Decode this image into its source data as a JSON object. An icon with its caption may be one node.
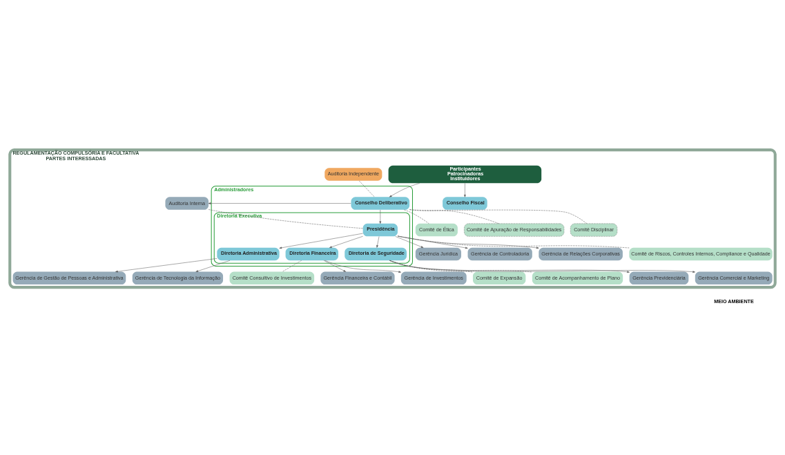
{
  "diagram": {
    "nodes": [
      {
        "text": [
          "REGULAMENTAÇÃO COMPULSÓRIA E FACULTATIVA",
          "PARTES INTERESSADAS"
        ]
      },
      {
        "text": [
          "Participantes",
          "Patrocinadoras",
          "Instituidores"
        ],
        "in": 0
      },
      {
        "text": [
          "Conselho Fiscal"
        ],
        "in": 0
      },
      {
        "text": [
          "Auditoria Independente"
        ],
        "in": 0
      },
      {
        "text": [
          "Administradores"
        ],
        "in": 0
      },
      {
        "text": [
          "Conselho Deliberativo"
        ],
        "in": 4
      },
      {
        "text": [
          "Diretoria Executiva"
        ],
        "in": 4
      },
      {
        "text": [
          "Presidência"
        ],
        "in": 6
      },
      {
        "text": [
          "Diretoria Administrativa"
        ],
        "in": 6
      },
      {
        "text": [
          "Diretoria Financeira"
        ],
        "in": 6
      },
      {
        "text": [
          "Diretoria de Seguridade"
        ],
        "in": 6
      },
      {
        "text": [
          "Auditoria Interna"
        ],
        "in": 0
      },
      {
        "text": [
          "Gerência Jurídica"
        ],
        "in": 0
      },
      {
        "text": [
          "Gerência de Controladoria"
        ],
        "in": 0
      },
      {
        "text": [
          "Gerência de Relações Corporativas"
        ],
        "in": 0
      },
      {
        "text": [
          "Comitê de Ética"
        ],
        "in": 0
      },
      {
        "text": [
          "Comitê de Apuração de Responsabilidades"
        ],
        "in": 0
      },
      {
        "text": [
          "Comitê Disciplinar"
        ],
        "in": 0
      },
      {
        "text": [
          "Comitê de Riscos, Controles Internos, Compliance e Qualidade"
        ],
        "in": 0
      },
      {
        "text": [
          "Comitê de Expansão"
        ],
        "in": 0
      },
      {
        "text": [
          "Comitê de Acompanhamento de Plano"
        ],
        "in": 0
      },
      {
        "text": [
          "Comitê Consultivo de Investimentos"
        ],
        "in": 0
      },
      {
        "text": [
          "Gerência de Gestão de Pessoas e Administrativa"
        ],
        "in": 0
      },
      {
        "text": [
          "Gerência de Tecnologia da Informação"
        ],
        "in": 0
      },
      {
        "text": [
          "Gerência Financeira e Contábil"
        ],
        "in": 0
      },
      {
        "text": [
          "Gerência de Investimentos"
        ],
        "in": 0
      },
      {
        "text": [
          "Gerência Previdenciária"
        ],
        "in": 0
      },
      {
        "text": [
          "Gerência Comercial e Marketing"
        ],
        "in": 0
      }
    ],
    "edges": [
      {
        "from": 1,
        "to": 2,
        "arrow": "to"
      },
      {
        "from": 1,
        "to": 5,
        "arrow": "to"
      },
      {
        "from": 5,
        "to": 11,
        "arrow": "to"
      },
      {
        "from": 3,
        "to": 5,
        "arrow": "none",
        "style": "dashed"
      },
      {
        "from": 11,
        "to": 7,
        "arrow": "none",
        "style": "dashed"
      },
      {
        "from": 5,
        "to": 7,
        "arrow": "to"
      },
      {
        "from": 7,
        "to": 12,
        "arrow": "to"
      },
      {
        "from": 7,
        "to": 13,
        "arrow": "to"
      },
      {
        "from": 7,
        "to": 14,
        "arrow": "to"
      },
      {
        "from": 7,
        "to": 8,
        "arrow": "to"
      },
      {
        "from": 7,
        "to": 9,
        "arrow": "to"
      },
      {
        "from": 7,
        "to": 10,
        "arrow": "to"
      },
      {
        "from": 5,
        "to": 15,
        "arrow": "none",
        "style": "dashed"
      },
      {
        "from": 5,
        "to": 16,
        "arrow": "none",
        "style": "dashed"
      },
      {
        "from": 5,
        "to": 17,
        "arrow": "none",
        "style": "dashed"
      },
      {
        "from": 7,
        "to": 18,
        "arrow": "none",
        "style": "dashed"
      },
      {
        "from": 10,
        "to": 19,
        "arrow": "none",
        "style": "dashed"
      },
      {
        "from": 10,
        "to": 20,
        "arrow": "none",
        "style": "dashed"
      },
      {
        "from": 9,
        "to": 21,
        "arrow": "none",
        "style": "dashed"
      },
      {
        "from": 8,
        "to": 22,
        "arrow": "to"
      },
      {
        "from": 8,
        "to": 23,
        "arrow": "to"
      },
      {
        "from": 9,
        "to": 24,
        "arrow": "to"
      },
      {
        "from": 9,
        "to": 25,
        "arrow": "to"
      },
      {
        "from": 10,
        "to": 26,
        "arrow": "to"
      },
      {
        "from": 10,
        "to": 27,
        "arrow": "to"
      }
    ],
    "labels": [
      "MEIO AMBIENTE"
    ]
  }
}
